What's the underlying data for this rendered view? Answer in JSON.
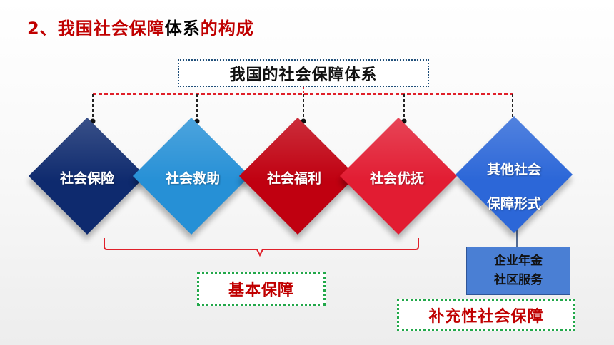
{
  "heading": {
    "part1": "2、我国社会保障",
    "part2": "体系",
    "part3": "的构成"
  },
  "root": {
    "label": "我国的社会保障体系"
  },
  "categories": [
    {
      "label": "社会保险",
      "color": "#0e2a6e"
    },
    {
      "label": "社会救助",
      "color": "#2690d6"
    },
    {
      "label": "社会福利",
      "color": "#c00010"
    },
    {
      "label": "社会优抚",
      "color": "#e21c32"
    },
    {
      "label_line1": "其他社会",
      "label_line2": "保障形式",
      "color": "#2c67d8"
    }
  ],
  "other_forms": {
    "line1": "企业年金",
    "line2": "社区服务"
  },
  "groups": {
    "basic": "基本保障",
    "supplementary": "补充性社会保障"
  },
  "colors": {
    "accent_red": "#c00000",
    "connector_red": "#e0202a",
    "dotted_green": "#22a84a",
    "box_blue": "#4a7fd4"
  }
}
